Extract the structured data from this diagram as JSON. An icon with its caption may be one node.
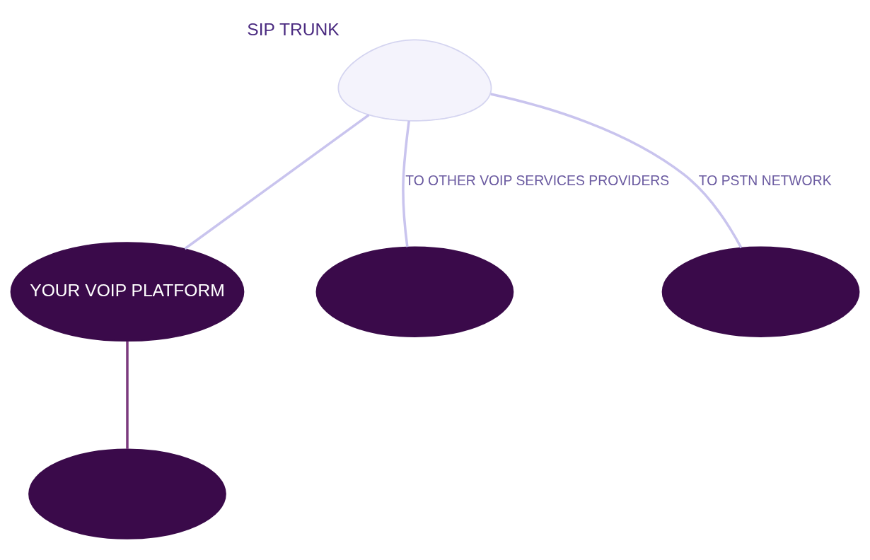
{
  "diagram": {
    "nodes": [
      {
        "text": [],
        "shape": "cloud",
        "beside": [
          "SIP TRUNK"
        ]
      },
      {
        "text": [
          "YOUR VOIP PLATFORM"
        ]
      },
      {
        "text": [],
        "shape": "circle"
      },
      {
        "text": [],
        "shape": "circle"
      },
      {
        "text": [],
        "shape": "circle"
      }
    ],
    "edges": [
      {
        "from": 0,
        "to": 1,
        "arrow": "none"
      },
      {
        "from": 0,
        "to": 3,
        "arrow": "none",
        "label": "TO OTHER VOIP SERVICES PROVIDERS"
      },
      {
        "from": 0,
        "to": 4,
        "arrow": "none",
        "label": "TO PSTN NETWORK"
      },
      {
        "from": 1,
        "to": 2,
        "arrow": "none",
        "color": "#7b3a7e"
      }
    ]
  }
}
